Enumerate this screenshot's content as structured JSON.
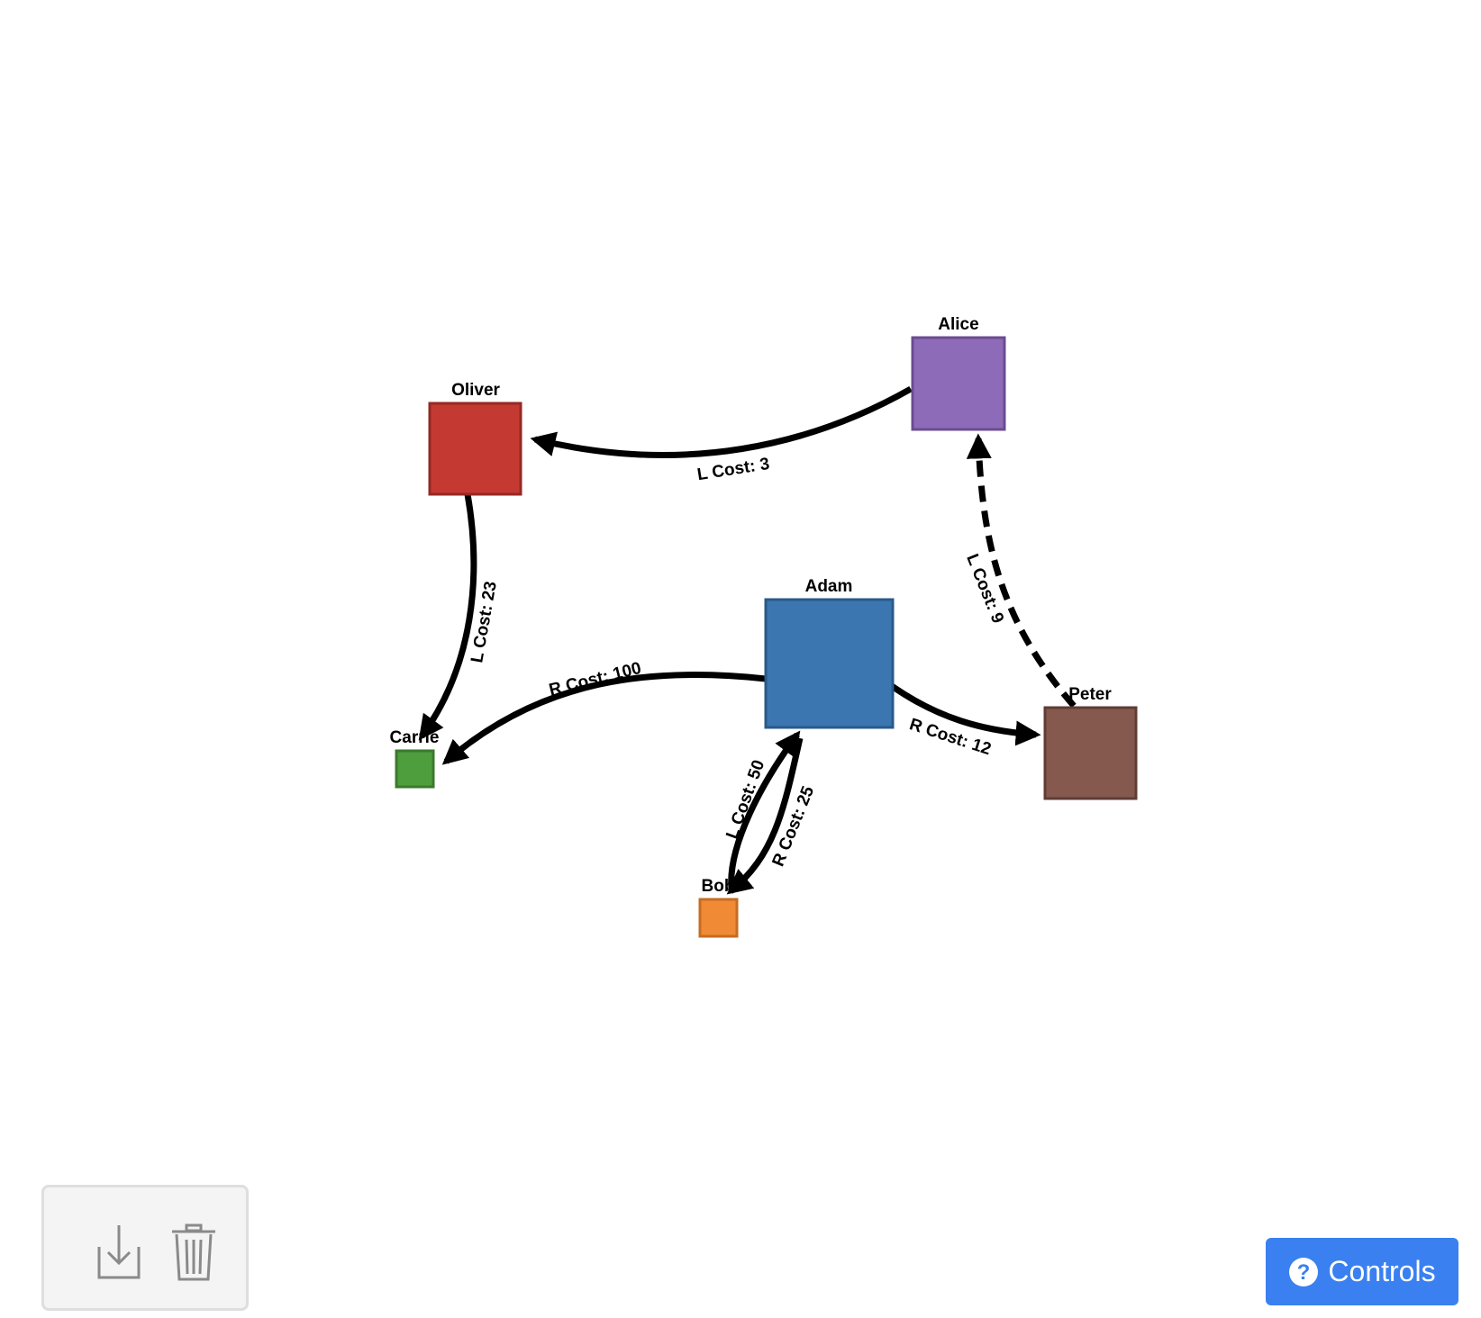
{
  "nodes": [
    {
      "id": "alice",
      "label": "Alice",
      "color": "#8e6bb8",
      "border": "#6a4c92"
    },
    {
      "id": "oliver",
      "label": "Oliver",
      "color": "#c43a33",
      "border": "#962823"
    },
    {
      "id": "adam",
      "label": "Adam",
      "color": "#3b76b0",
      "border": "#285a8a"
    },
    {
      "id": "carrie",
      "label": "Carrie",
      "color": "#4f9e3e",
      "border": "#3a7a2c"
    },
    {
      "id": "peter",
      "label": "Peter",
      "color": "#85594e",
      "border": "#5f3d35"
    },
    {
      "id": "bob",
      "label": "Bob",
      "color": "#f08a35",
      "border": "#c66c22"
    }
  ],
  "edges": [
    {
      "from": "Alice",
      "to": "Oliver",
      "label": "L Cost: 3",
      "style": "solid"
    },
    {
      "from": "Oliver",
      "to": "Carrie",
      "label": "L Cost: 23",
      "style": "solid"
    },
    {
      "from": "Adam",
      "to": "Carrie",
      "label": "R Cost: 100",
      "style": "solid"
    },
    {
      "from": "Adam",
      "to": "Peter",
      "label": "R Cost: 12",
      "style": "solid"
    },
    {
      "from": "Peter",
      "to": "Alice",
      "label": "L Cost: 9",
      "style": "dashed"
    },
    {
      "from": "Bob",
      "to": "Adam",
      "label": "L Cost: 50",
      "style": "solid"
    },
    {
      "from": "Adam",
      "to": "Bob",
      "label": "R Cost: 25",
      "style": "solid"
    }
  ],
  "toolbar": {
    "export_icon": "download-tray-icon",
    "delete_icon": "trash-icon"
  },
  "controls": {
    "label": "Controls",
    "icon": "question-circle-icon",
    "color": "#3a80f0"
  }
}
